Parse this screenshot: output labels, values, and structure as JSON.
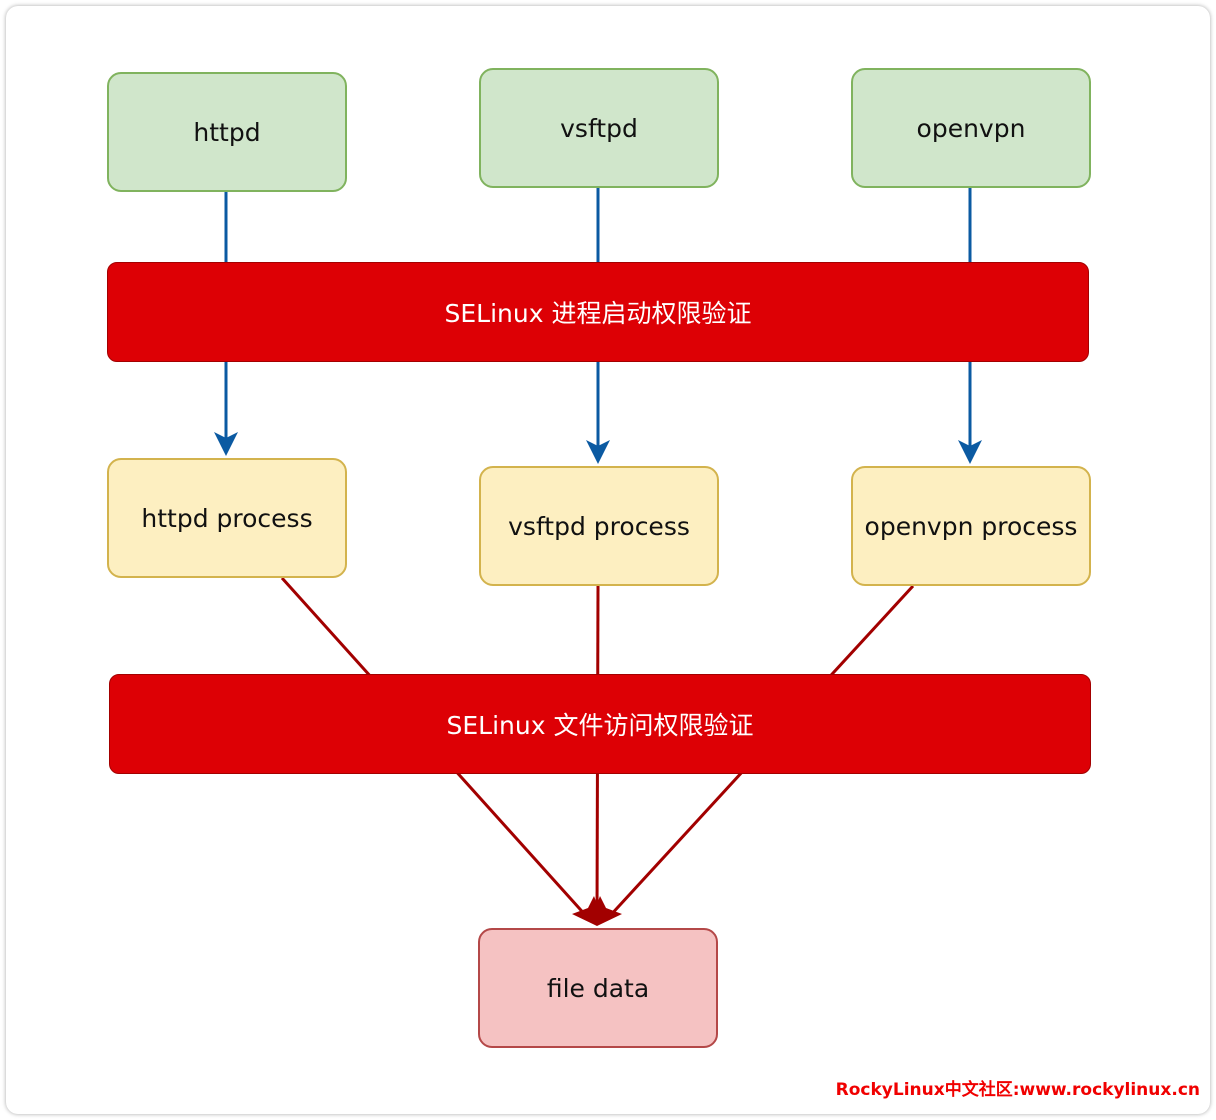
{
  "diagram": {
    "services": [
      {
        "id": "httpd",
        "label": "httpd"
      },
      {
        "id": "vsftpd",
        "label": "vsftpd"
      },
      {
        "id": "openvpn",
        "label": "openvpn"
      }
    ],
    "process_check": {
      "label": "SELinux 进程启动权限验证"
    },
    "processes": [
      {
        "id": "httpd-process",
        "label": "httpd process"
      },
      {
        "id": "vsftpd-process",
        "label": "vsftpd process"
      },
      {
        "id": "openvpn-process",
        "label": "openvpn process"
      }
    ],
    "file_check": {
      "label": "SELinux 文件访问权限验证"
    },
    "target": {
      "label": "file data"
    },
    "edges": [
      {
        "from": "httpd",
        "to": "httpd-process",
        "via": "process_check",
        "color": "#0b5aa2"
      },
      {
        "from": "vsftpd",
        "to": "vsftpd-process",
        "via": "process_check",
        "color": "#0b5aa2"
      },
      {
        "from": "openvpn",
        "to": "openvpn-process",
        "via": "process_check",
        "color": "#0b5aa2"
      },
      {
        "from": "httpd-process",
        "to": "file data",
        "via": "file_check",
        "color": "#a20000"
      },
      {
        "from": "vsftpd-process",
        "to": "file data",
        "via": "file_check",
        "color": "#a20000"
      },
      {
        "from": "openvpn-process",
        "to": "file data",
        "via": "file_check",
        "color": "#a20000"
      }
    ]
  },
  "colors": {
    "service_fill": "#d0e6cb",
    "process_fill": "#fdefc1",
    "check_fill": "#dd0005",
    "target_fill": "#f5c2c2",
    "blue_edge": "#0b5aa2",
    "red_edge": "#a20000"
  },
  "watermark": "RockyLinux中文社区:www.rockylinux.cn"
}
